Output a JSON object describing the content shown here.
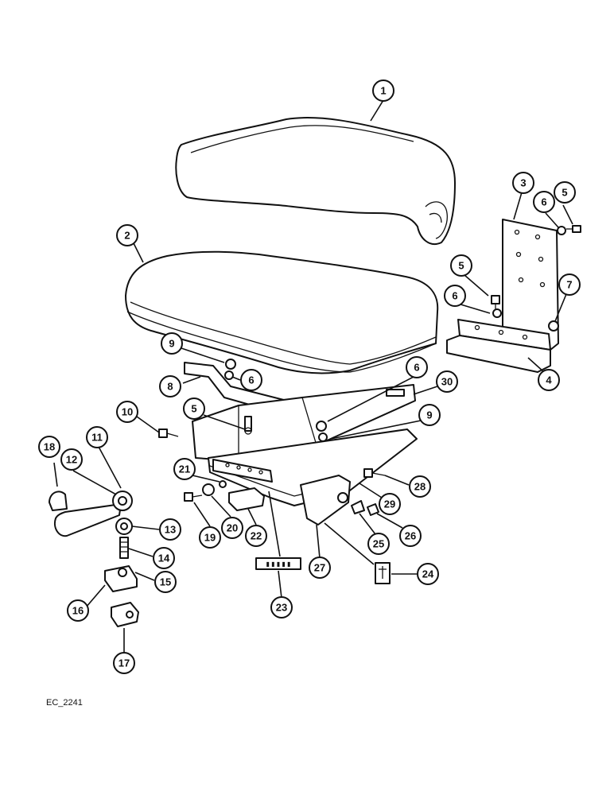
{
  "reference_code": "EC_2241",
  "callouts": [
    "1",
    "2",
    "3",
    "4",
    "5",
    "6",
    "7",
    "8",
    "9",
    "10",
    "11",
    "12",
    "13",
    "14",
    "15",
    "16",
    "17",
    "18",
    "19",
    "20",
    "21",
    "22",
    "23",
    "24",
    "25",
    "26",
    "27",
    "28",
    "29",
    "30"
  ]
}
